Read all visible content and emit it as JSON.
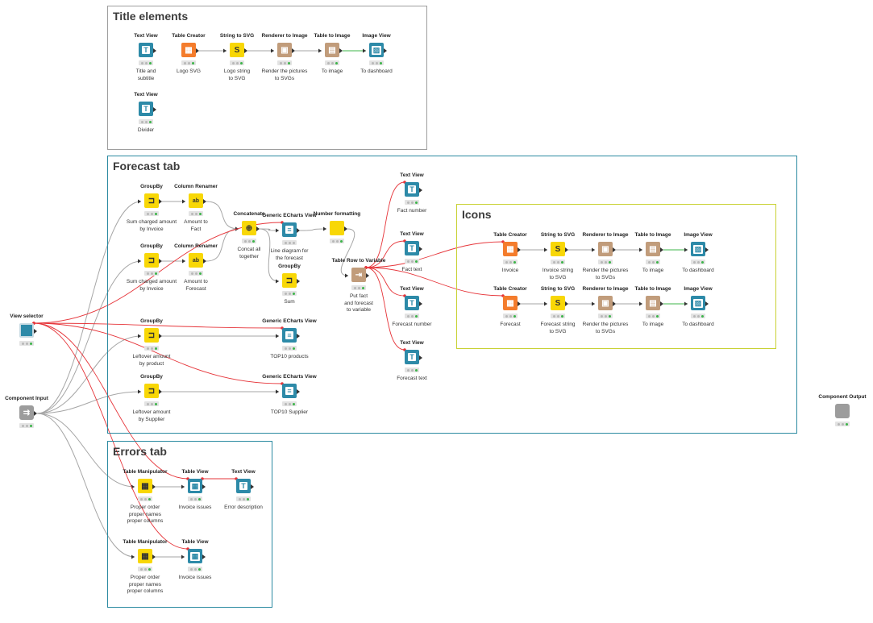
{
  "colors": {
    "manipulator": "#f8d706",
    "view": "#2d8aa8",
    "source": "#f47c2c",
    "other": "#c19c7b",
    "component": "#9c9c9c",
    "flow_variable": "#e6353a",
    "annot_title": "#9e9e9e",
    "annot_forecast": "#2b8aa1",
    "annot_icons": "#c8d133",
    "annot_errors": "#2b8aa1"
  },
  "annotations": [
    {
      "id": "title-elements",
      "title": "Title elements"
    },
    {
      "id": "forecast-tab",
      "title": "Forecast tab"
    },
    {
      "id": "icons",
      "title": "Icons"
    },
    {
      "id": "errors-tab",
      "title": "Errors tab"
    }
  ],
  "nodes": [
    {
      "id": "tv1",
      "title": "Text View",
      "label": "Title and\nsubtitle",
      "icon": "text-view-icon",
      "kind": "view"
    },
    {
      "id": "tc1",
      "title": "Table Creator",
      "label": "Logo SVG",
      "icon": "table-creator-icon",
      "kind": "source"
    },
    {
      "id": "s2s1",
      "title": "String to SVG",
      "label": "Logo string\nto SVG",
      "icon": "string-to-svg-icon",
      "kind": "manipulator"
    },
    {
      "id": "ri1",
      "title": "Renderer to Image",
      "label": "Render the pictures\nto SVGs",
      "icon": "renderer-to-image-icon",
      "kind": "other"
    },
    {
      "id": "ti1",
      "title": "Table to Image",
      "label": "To image",
      "icon": "table-to-image-icon",
      "kind": "other"
    },
    {
      "id": "iv1",
      "title": "Image View",
      "label": "To dashboard",
      "icon": "image-view-icon",
      "kind": "view"
    },
    {
      "id": "tv2",
      "title": "Text View",
      "label": "Divider",
      "icon": "text-view-icon",
      "kind": "view"
    },
    {
      "id": "gb1",
      "title": "GroupBy",
      "label": "Sum charged amount\nby Invoice",
      "icon": "groupby-icon",
      "kind": "manipulator"
    },
    {
      "id": "cr1",
      "title": "Column Renamer",
      "label": "Amount to\nFact",
      "icon": "column-renamer-icon",
      "kind": "manipulator"
    },
    {
      "id": "gb2",
      "title": "GroupBy",
      "label": "Sum charged amount\nby Invoice",
      "icon": "groupby-icon",
      "kind": "manipulator"
    },
    {
      "id": "cr2",
      "title": "Column Renamer",
      "label": "Amount to\nForecast",
      "icon": "column-renamer-icon",
      "kind": "manipulator"
    },
    {
      "id": "concat",
      "title": "Concatenate",
      "label": "Concat all\ntogether",
      "icon": "concatenate-icon",
      "kind": "manipulator"
    },
    {
      "id": "gev1",
      "title": "Generic ECharts View",
      "label": "Line diagram for\nthe forecast",
      "icon": "echarts-view-icon",
      "kind": "view"
    },
    {
      "id": "nf",
      "title": "Number formatting",
      "label": "",
      "icon": "metanode-icon",
      "kind": "manipulator"
    },
    {
      "id": "gb3",
      "title": "GroupBy",
      "label": "Sum",
      "icon": "groupby-icon",
      "kind": "manipulator"
    },
    {
      "id": "trv",
      "title": "Table Row to Variable",
      "label": "Put fact\nand forecast\nto variable",
      "icon": "table-row-to-variable-icon",
      "kind": "other"
    },
    {
      "id": "tv3",
      "title": "Text View",
      "label": "Fact number",
      "icon": "text-view-icon",
      "kind": "view"
    },
    {
      "id": "tv4",
      "title": "Text View",
      "label": "Fact text",
      "icon": "text-view-icon",
      "kind": "view"
    },
    {
      "id": "tv5",
      "title": "Text View",
      "label": "Forecast number",
      "icon": "text-view-icon",
      "kind": "view"
    },
    {
      "id": "tv6",
      "title": "Text View",
      "label": "Forecast text",
      "icon": "text-view-icon",
      "kind": "view"
    },
    {
      "id": "tc2",
      "title": "Table Creator",
      "label": "Invoice",
      "icon": "table-creator-icon",
      "kind": "source"
    },
    {
      "id": "s2s2",
      "title": "String to SVG",
      "label": "Invoice string\nto SVG",
      "icon": "string-to-svg-icon",
      "kind": "manipulator"
    },
    {
      "id": "ri2",
      "title": "Renderer to Image",
      "label": "Render the pictures\nto SVGs",
      "icon": "renderer-to-image-icon",
      "kind": "other"
    },
    {
      "id": "ti2",
      "title": "Table to Image",
      "label": "To image",
      "icon": "table-to-image-icon",
      "kind": "other"
    },
    {
      "id": "iv2",
      "title": "Image View",
      "label": "To dashboard",
      "icon": "image-view-icon",
      "kind": "view"
    },
    {
      "id": "tc3",
      "title": "Table Creator",
      "label": "Forecast",
      "icon": "table-creator-icon",
      "kind": "source"
    },
    {
      "id": "s2s3",
      "title": "String to SVG",
      "label": "Forecast string\nto SVG",
      "icon": "string-to-svg-icon",
      "kind": "manipulator"
    },
    {
      "id": "ri3",
      "title": "Renderer to Image",
      "label": "Render the pictures\nto SVGs",
      "icon": "renderer-to-image-icon",
      "kind": "other"
    },
    {
      "id": "ti3",
      "title": "Table to Image",
      "label": "To image",
      "icon": "table-to-image-icon",
      "kind": "other"
    },
    {
      "id": "iv3",
      "title": "Image View",
      "label": "To dashboard",
      "icon": "image-view-icon",
      "kind": "view"
    },
    {
      "id": "vs",
      "title": "View selector",
      "label": "",
      "icon": "view-selector-icon",
      "kind": "view"
    },
    {
      "id": "ci",
      "title": "Component Input",
      "label": "",
      "icon": "component-input-icon",
      "kind": "component"
    },
    {
      "id": "co",
      "title": "Component Output",
      "label": "",
      "icon": "component-output-icon",
      "kind": "component"
    },
    {
      "id": "gb4",
      "title": "GroupBy",
      "label": "Leftover amount\nby product",
      "icon": "groupby-icon",
      "kind": "manipulator"
    },
    {
      "id": "gev2",
      "title": "Generic ECharts View",
      "label": "TOP10 products",
      "icon": "echarts-view-icon",
      "kind": "view"
    },
    {
      "id": "gb5",
      "title": "GroupBy",
      "label": "Leftover amount\nby Supplier",
      "icon": "groupby-icon",
      "kind": "manipulator"
    },
    {
      "id": "gev3",
      "title": "Generic ECharts View",
      "label": "TOP10 Supplier",
      "icon": "echarts-view-icon",
      "kind": "view"
    },
    {
      "id": "tm1",
      "title": "Table Manipulator",
      "label": "Proper order\nproper names\nproper columns",
      "icon": "table-manipulator-icon",
      "kind": "manipulator"
    },
    {
      "id": "tbv1",
      "title": "Table View",
      "label": "Invoice issues",
      "icon": "table-view-icon",
      "kind": "view"
    },
    {
      "id": "tv7",
      "title": "Text View",
      "label": "Error description",
      "icon": "text-view-icon",
      "kind": "view"
    },
    {
      "id": "tm2",
      "title": "Table Manipulator",
      "label": "Proper order\nproper names\nproper columns",
      "icon": "table-manipulator-icon",
      "kind": "manipulator"
    },
    {
      "id": "tbv2",
      "title": "Table View",
      "label": "Invoice issues",
      "icon": "table-view-icon",
      "kind": "view"
    }
  ],
  "edges": [
    [
      "tc1",
      "s2s1",
      "data"
    ],
    [
      "s2s1",
      "ri1",
      "data"
    ],
    [
      "ri1",
      "ti1",
      "data"
    ],
    [
      "ti1",
      "iv1",
      "image"
    ],
    [
      "gb1",
      "cr1",
      "data"
    ],
    [
      "gb2",
      "cr2",
      "data"
    ],
    [
      "cr1",
      "concat",
      "data"
    ],
    [
      "cr2",
      "concat",
      "data"
    ],
    [
      "concat",
      "gev1",
      "data"
    ],
    [
      "concat",
      "gb3",
      "data"
    ],
    [
      "gev1",
      "nf",
      "data"
    ],
    [
      "nf",
      "trv",
      "data"
    ],
    [
      "tc2",
      "s2s2",
      "data"
    ],
    [
      "s2s2",
      "ri2",
      "data"
    ],
    [
      "ri2",
      "ti2",
      "data"
    ],
    [
      "ti2",
      "iv2",
      "image"
    ],
    [
      "tc3",
      "s2s3",
      "data"
    ],
    [
      "s2s3",
      "ri3",
      "data"
    ],
    [
      "ri3",
      "ti3",
      "data"
    ],
    [
      "ti3",
      "iv3",
      "image"
    ],
    [
      "gb4",
      "gev2",
      "data"
    ],
    [
      "gb5",
      "gev3",
      "data"
    ],
    [
      "tm1",
      "tbv1",
      "data"
    ],
    [
      "tm2",
      "tbv2",
      "data"
    ],
    [
      "ci",
      "gb1",
      "data"
    ],
    [
      "ci",
      "gb2",
      "data"
    ],
    [
      "ci",
      "gb4",
      "data"
    ],
    [
      "ci",
      "gb5",
      "data"
    ],
    [
      "ci",
      "tm1",
      "data"
    ],
    [
      "ci",
      "tm2",
      "data"
    ],
    [
      "trv",
      "tv3",
      "flow"
    ],
    [
      "trv",
      "tv4",
      "flow"
    ],
    [
      "trv",
      "tv5",
      "flow"
    ],
    [
      "trv",
      "tv6",
      "flow"
    ],
    [
      "trv",
      "tc2",
      "flow"
    ],
    [
      "trv",
      "tc3",
      "flow"
    ],
    [
      "vs",
      "gev1",
      "flow"
    ],
    [
      "vs",
      "gev2",
      "flow"
    ],
    [
      "vs",
      "gev3",
      "flow"
    ],
    [
      "vs",
      "tbv1",
      "flow"
    ],
    [
      "vs",
      "tbv2",
      "flow"
    ],
    [
      "tbv1",
      "tv7",
      "flow"
    ]
  ]
}
